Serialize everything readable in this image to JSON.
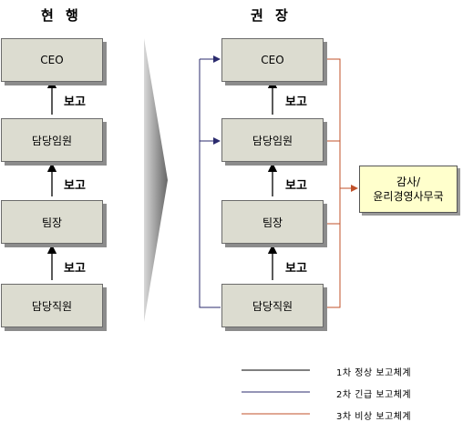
{
  "left": {
    "heading": "현 행",
    "boxes": [
      "CEO",
      "담당임원",
      "팀장",
      "담당직원"
    ],
    "reports": [
      "보고",
      "보고",
      "보고"
    ]
  },
  "right": {
    "heading": "권 장",
    "boxes": [
      "CEO",
      "담당임원",
      "팀장",
      "담당직원"
    ],
    "reports": [
      "보고",
      "보고",
      "보고"
    ],
    "audit": {
      "line1": "감사/",
      "line2": "윤리경영사무국"
    }
  },
  "legend": [
    {
      "label": "1차 정상 보고체계",
      "color": "#000000"
    },
    {
      "label": "2차 긴급 보고체계",
      "color": "#2b2b6e"
    },
    {
      "label": "3차 비상 보고체계",
      "color": "#c0502a"
    }
  ]
}
